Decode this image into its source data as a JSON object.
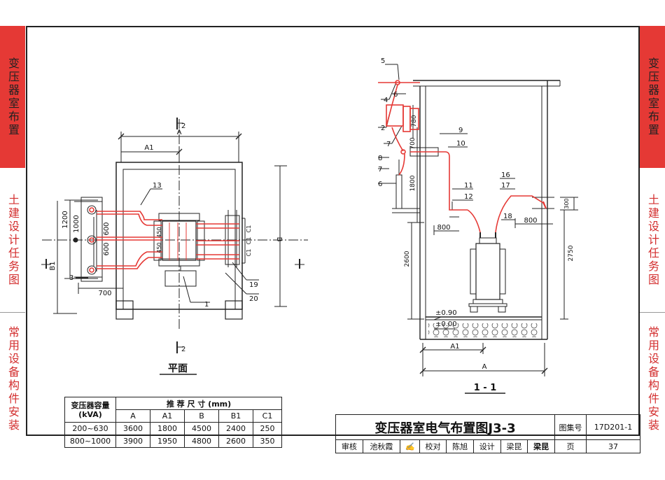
{
  "side_tabs": {
    "left": [
      "变压器室布置",
      "土建设计任务图",
      "常用设备构件安装"
    ],
    "right": [
      "变压器室布置",
      "土建设计任务图",
      "常用设备构件安装"
    ]
  },
  "colors": {
    "accent": "#e53935",
    "drawing_red": "#e53935",
    "line": "#222222"
  },
  "plan": {
    "title": "平面",
    "dims": {
      "A": "A",
      "A1": "A1",
      "B": "B",
      "B1": "B1",
      "d1200": "1200",
      "d1000": "1000",
      "d600a": "600",
      "d600b": "600",
      "d450a": "450",
      "d450b": "450",
      "d700": "700",
      "C1": "C1"
    },
    "section_marks": {
      "top": "2",
      "bottom": "2"
    },
    "callouts": {
      "c1": "1",
      "c3": "3",
      "c13": "13",
      "c19": "19",
      "c20": "20"
    }
  },
  "section": {
    "title": "1 - 1",
    "dims": {
      "d780": "780",
      "d700": "700",
      "d1800": "1800",
      "d2600": "2600",
      "d2750": "2750",
      "d800a": "800",
      "d800b": "800",
      "d300": "300",
      "A": "A",
      "A1": "A1"
    },
    "levels": {
      "l1": "±0.90",
      "l2": "±0.00"
    },
    "callouts": {
      "c2": "2",
      "c4": "4",
      "c5": "5",
      "c6a": "6",
      "c6b": "6",
      "c7a": "7",
      "c7b": "7",
      "c8": "8",
      "c9": "9",
      "c10": "10",
      "c11": "11",
      "c12": "12",
      "c16": "16",
      "c17": "17",
      "c18": "18"
    }
  },
  "table": {
    "h1": "变压器容量",
    "h1b": "(kVA)",
    "h2": "推 荐 尺 寸 (mm)",
    "cols": [
      "A",
      "A1",
      "B",
      "B1",
      "C1"
    ],
    "rows": [
      {
        "cap": "200~630",
        "v": [
          "3600",
          "1800",
          "4500",
          "2400",
          "250"
        ]
      },
      {
        "cap": "800~1000",
        "v": [
          "3900",
          "1950",
          "4800",
          "2600",
          "350"
        ]
      }
    ]
  },
  "title_block": {
    "title": "变压器室电气布置图J3-3",
    "atlas_label": "图集号",
    "atlas_no": "17D201-1",
    "review": "审核",
    "reviewer": "池秋霞",
    "check": "校对",
    "checker": "陈旭",
    "design": "设计",
    "designer": "梁昆",
    "page_label": "页",
    "page_no": "37"
  }
}
